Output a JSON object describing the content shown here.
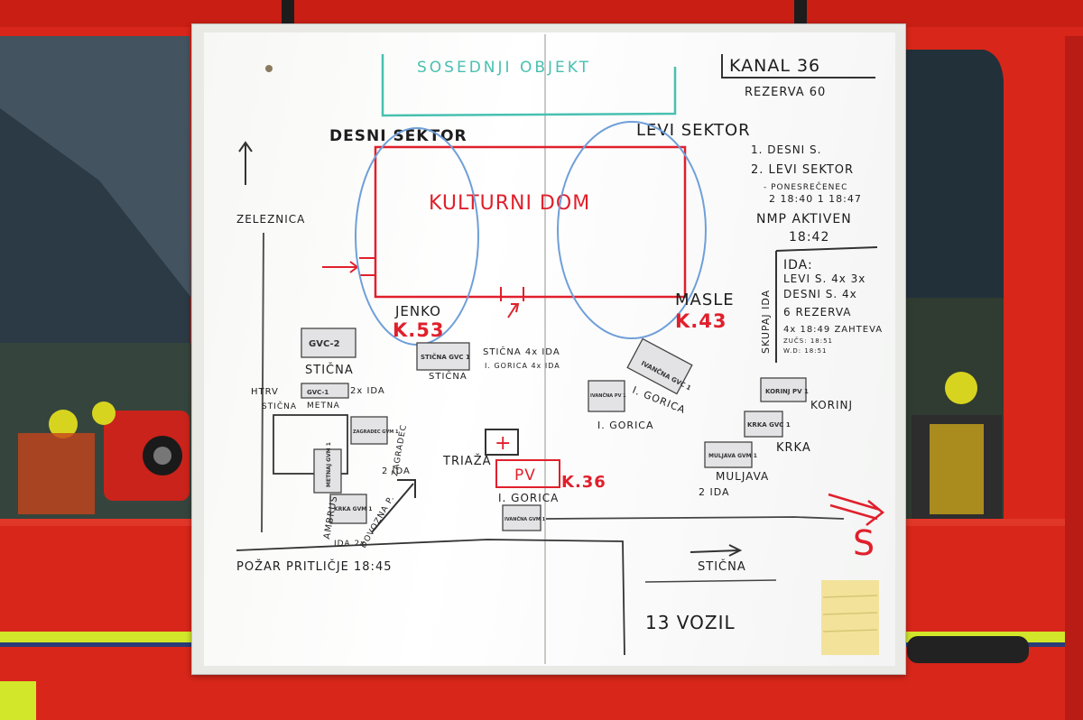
{
  "board": {
    "top_box": "SOSEDNJI OBJEKT",
    "channel": "KANAL 36",
    "reserve": "REZERVA 60",
    "right_sector": "DESNI SEKTOR",
    "left_sector": "LEVI SEKTOR",
    "building": "KULTURNI DOM",
    "railway": "ZELEZNICA",
    "jenko": "JENKO",
    "jenko_k": "K.53",
    "masle": "MASLE",
    "masle_k": "K.43",
    "notes": {
      "line1": "1. DESNI S.",
      "line2": "2. LEVI SEKTOR",
      "line3": "- PONESREČENEC",
      "line4": "2 18:40 1 18:47",
      "line5": "NMP AKTIVEN",
      "line6": "18:42"
    },
    "ida_box": {
      "side_label": "SKUPAJ IDA",
      "line1": "IDA:",
      "line2": "LEVI S. 4x 3x",
      "line3": "DESNI S. 4x",
      "line4": "6 REZERVA",
      "line5": "4x 18:49 ZAHTEVA",
      "line6": "ZUČS: 18:51",
      "line7": "W.D: 18:51"
    },
    "left_labels": {
      "stiena_top": "STIČNA",
      "htrv": "HTRV",
      "stiena_mid": "STIČNA",
      "metna": "METNA",
      "ida2x": "2x IDA",
      "zagradec": "ZAGRADEC",
      "ida2": "2 IDA",
      "ambrus": "AMBRUS",
      "ida2x_b": "IDA 2x",
      "dovozna": "DOVOZNA P.",
      "stiena_center": "STIČNA",
      "stiena_ida": "STIČNA 4x IDA",
      "gorica_ida": "I. GORICA 4x IDA"
    },
    "right_labels": {
      "gorica_a": "I. GORICA",
      "gorica_b": "I. GORICA",
      "korinj": "KORINJ",
      "krka": "KRKA",
      "muljava": "MULJAVA",
      "ida2": "2 IDA"
    },
    "triage": {
      "label": "TRIAŽA",
      "pv": "PV",
      "k36": "K.36",
      "gorica": "I. GORICA"
    },
    "bottom": {
      "fire": "POŽAR PRITLIČJE 18:45",
      "stiena": "STIČNA",
      "vehicles": "13 VOZIL",
      "s_mark": "S"
    },
    "magnets": {
      "gvc2": "GVC-2",
      "gvc1_stiena": "STIČNA GVC 1",
      "gvc1_htrv": "GVC-1",
      "zagradec_gvm": "ZAGRADEC GVM 1",
      "metna_gvm": "METNAJ GVM 1",
      "krka_gvm": "KRKA GVM 1",
      "ivancna_gvm": "IVANČNA GVM 1",
      "ivancna_gvc": "IVANČNA GVC 1",
      "ivancna_pv": "IVANČNA PV 1",
      "korinj_pv": "KORINJ PV 1",
      "krka_gvc": "KRKA GVC 1",
      "muljava_gvm": "MULJAVA GVM 1"
    }
  },
  "colors": {
    "truck_red": "#d8261a",
    "marker_black": "#1d1d1f",
    "marker_red": "#e0202c",
    "marker_blue": "#6f9fd8",
    "marker_teal": "#48c0b0",
    "sticky_yellow": "#f3e39a"
  }
}
